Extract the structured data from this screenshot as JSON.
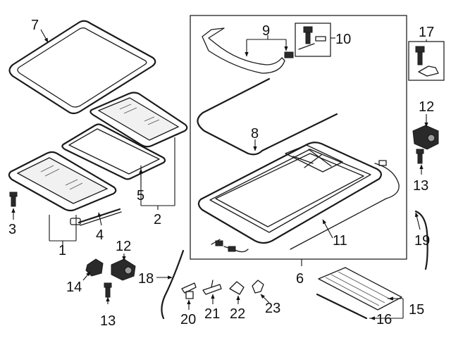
{
  "callouts": {
    "c1": "1",
    "c2": "2",
    "c3": "3",
    "c4": "4",
    "c5": "5",
    "c6": "6",
    "c7": "7",
    "c8": "8",
    "c9": "9",
    "c10": "10",
    "c11": "11",
    "c12a": "12",
    "c12b": "12",
    "c13a": "13",
    "c13b": "13",
    "c14": "14",
    "c15": "15",
    "c16": "16",
    "c17": "17",
    "c18": "18",
    "c19": "19",
    "c20": "20",
    "c21": "21",
    "c22": "22",
    "c23": "23"
  }
}
